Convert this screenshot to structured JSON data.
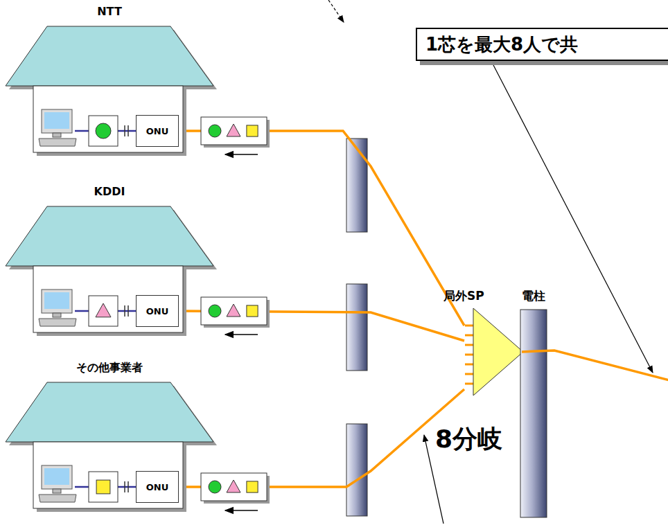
{
  "diagram": {
    "nodes": [
      {
        "text": [
          "NTT"
        ]
      },
      {
        "text": [
          "ONU"
        ],
        "in": 0
      },
      {
        "text": [
          "KDDI"
        ]
      },
      {
        "text": [
          "ONU"
        ],
        "in": 2
      },
      {
        "text": [
          "その他事業者"
        ]
      },
      {
        "text": [
          "ONU"
        ],
        "in": 4
      },
      {
        "text": [
          "局外SP"
        ]
      },
      {
        "text": [
          "電柱"
        ]
      },
      {
        "text": [
          "1芯を最大8人で共"
        ]
      }
    ],
    "edges": [
      {
        "from": 1,
        "to": 6,
        "arrow": "none"
      },
      {
        "from": 3,
        "to": 6,
        "arrow": "none"
      },
      {
        "from": 5,
        "to": 6,
        "arrow": "none"
      }
    ],
    "labels": [
      "8分岐"
    ]
  }
}
